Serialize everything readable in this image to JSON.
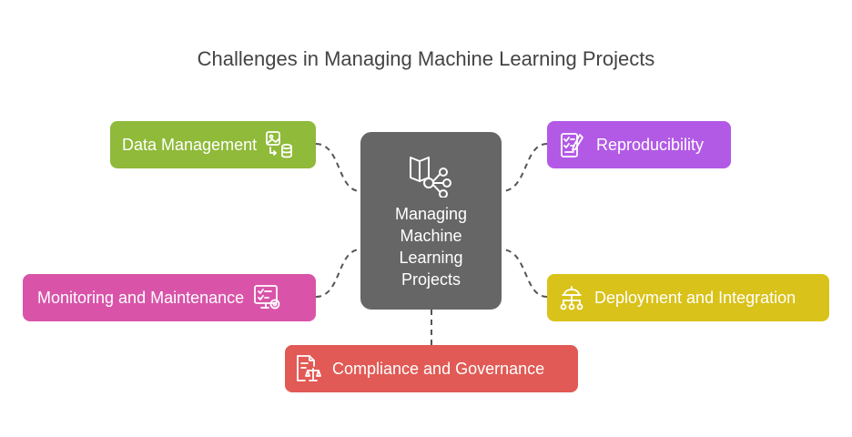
{
  "title": "Challenges in Managing Machine Learning Projects",
  "center": {
    "lines": [
      "Managing",
      "Machine",
      "Learning",
      "Projects"
    ],
    "icon": "book-network-icon",
    "color": "#666666"
  },
  "nodes": {
    "data_management": {
      "label": "Data Management",
      "icon": "image-database-icon",
      "color": "#8fba3a"
    },
    "reproducibility": {
      "label": "Reproducibility",
      "icon": "checklist-pencil-icon",
      "color": "#b25ae6"
    },
    "monitoring": {
      "label": "Monitoring and Maintenance",
      "icon": "monitor-checklist-gear-icon",
      "color": "#d954a9"
    },
    "deployment": {
      "label": "Deployment and Integration",
      "icon": "worker-hierarchy-icon",
      "color": "#d9c21a"
    },
    "compliance": {
      "label": "Compliance and Governance",
      "icon": "document-scale-icon",
      "color": "#e15a55"
    }
  }
}
